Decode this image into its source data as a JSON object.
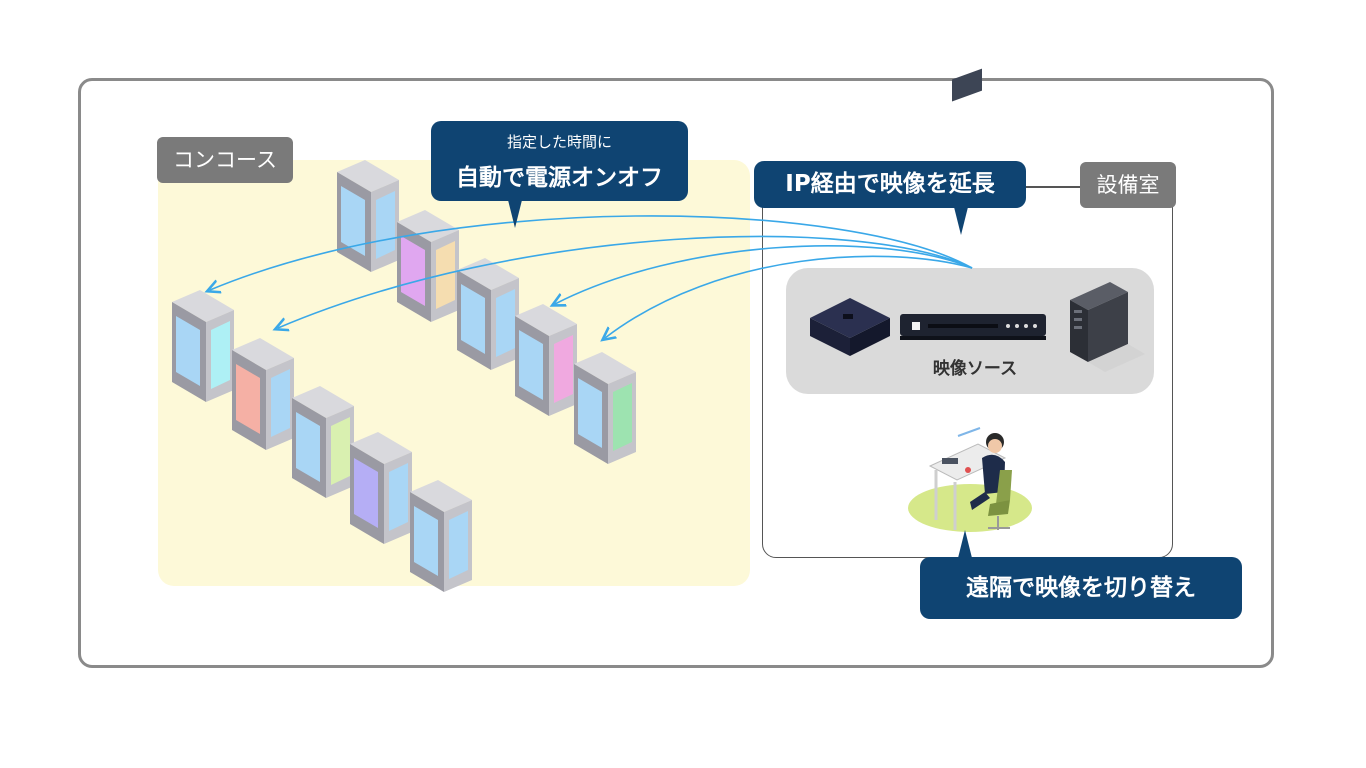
{
  "labels": {
    "concourse": "コンコース",
    "equipment_room": "設備室"
  },
  "callouts": {
    "power_small": "指定した時間に",
    "power_big": "自動で電源オンオフ",
    "ip_extension": "IP経由で映像を延長",
    "remote_switch": "遠隔で映像を切り替え"
  },
  "sources": {
    "label": "映像ソース"
  },
  "colors": {
    "callout_bg": "#0f4472",
    "label_bg": "#7a7a7a",
    "concourse_bg": "#fdf9d8",
    "arrow": "#3aa8e8"
  },
  "signage": [
    {
      "screen_left": "#a9d6f5",
      "screen_right": "#a9d6f5"
    },
    {
      "screen_left": "#e0a7f0",
      "screen_right": "#f5ddb0"
    },
    {
      "screen_left": "#a9d6f5",
      "screen_right": "#a9d6f5"
    },
    {
      "screen_left": "#a9d6f5",
      "screen_right": "#f0a9e0"
    },
    {
      "screen_left": "#a9d6f5",
      "screen_right": "#9de3b0"
    },
    {
      "screen_left": "#a9d6f5",
      "screen_right": "#aef0f5"
    },
    {
      "screen_left": "#f5b0a5",
      "screen_right": "#a9d6f5"
    },
    {
      "screen_left": "#a9d6f5",
      "screen_right": "#d9f0b0"
    },
    {
      "screen_left": "#b5aef5",
      "screen_right": "#a9d6f5"
    },
    {
      "screen_left": "#a9d6f5",
      "screen_right": "#a9d6f5"
    }
  ]
}
